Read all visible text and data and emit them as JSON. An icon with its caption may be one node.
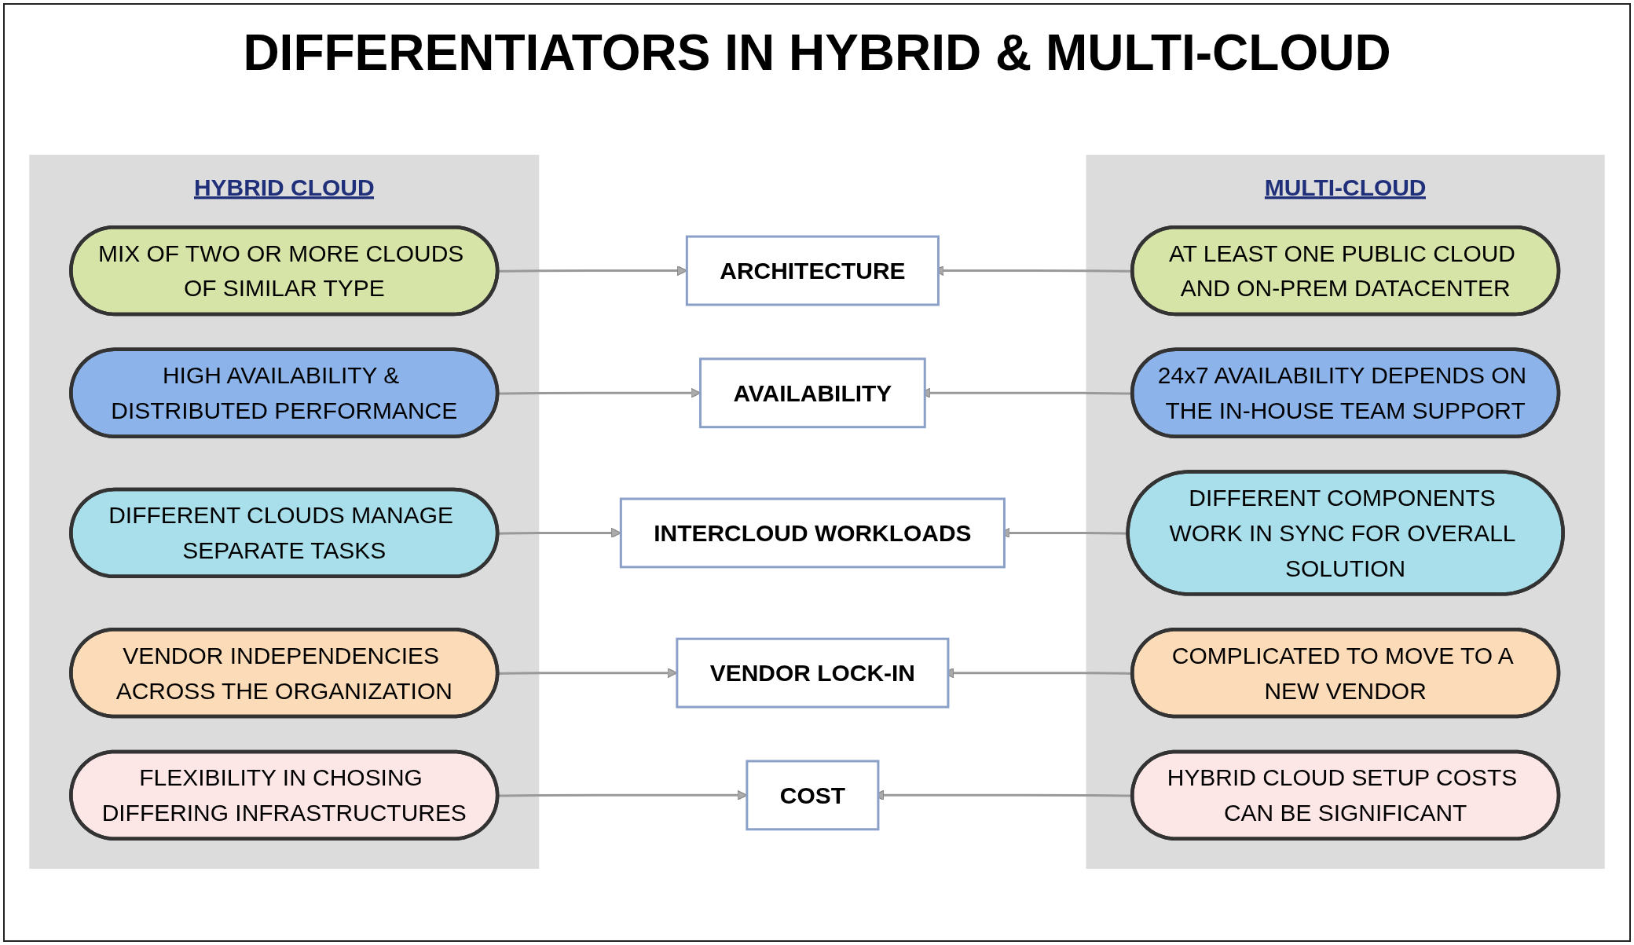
{
  "diagram": {
    "title": "DIFFERENTIATORS IN HYBRID & MULTI-CLOUD",
    "nodes": [
      {
        "text": [
          "HYBRID CLOUD"
        ]
      },
      {
        "text": [
          "MIX OF TWO OR MORE CLOUDS OF SIMILAR TYPE"
        ],
        "in": 0
      },
      {
        "text": [
          "HIGH AVAILABILITY & DISTRIBUTED PERFORMANCE"
        ],
        "in": 0
      },
      {
        "text": [
          "DIFFERENT CLOUDS MANAGE SEPARATE TASKS"
        ],
        "in": 0
      },
      {
        "text": [
          "VENDOR INDEPENDENCIES ACROSS THE ORGANIZATION"
        ],
        "in": 0
      },
      {
        "text": [
          "FLEXIBILITY IN CHOSING DIFFERING INFRASTRUCTURES"
        ],
        "in": 0
      },
      {
        "text": [
          "ARCHITECTURE"
        ]
      },
      {
        "text": [
          "AVAILABILITY"
        ]
      },
      {
        "text": [
          "INTERCLOUD WORKLOADS"
        ]
      },
      {
        "text": [
          "VENDOR LOCK-IN"
        ]
      },
      {
        "text": [
          "COST"
        ]
      },
      {
        "text": [
          "MULTI-CLOUD"
        ]
      },
      {
        "text": [
          "AT LEAST ONE PUBLIC CLOUD AND ON-PREM DATACENTER"
        ],
        "in": 11
      },
      {
        "text": [
          "24x7 AVAILABILITY DEPENDS ON THE IN-HOUSE TEAM SUPPORT"
        ],
        "in": 11
      },
      {
        "text": [
          "DIFFERENT COMPONENTS WORK IN SYNC FOR OVERALL SOLUTION"
        ],
        "in": 11
      },
      {
        "text": [
          "COMPLICATED TO MOVE TO A NEW VENDOR"
        ],
        "in": 11
      },
      {
        "text": [
          "HYBRID CLOUD SETUP COSTS CAN BE SIGNIFICANT"
        ],
        "in": 11
      }
    ],
    "edges": [
      {
        "from": 1,
        "to": 6,
        "arrow": "to"
      },
      {
        "from": 12,
        "to": 6,
        "arrow": "to"
      },
      {
        "from": 2,
        "to": 7,
        "arrow": "to"
      },
      {
        "from": 13,
        "to": 7,
        "arrow": "to"
      },
      {
        "from": 3,
        "to": 8,
        "arrow": "to"
      },
      {
        "from": 14,
        "to": 8,
        "arrow": "to"
      },
      {
        "from": 4,
        "to": 9,
        "arrow": "to"
      },
      {
        "from": 15,
        "to": 9,
        "arrow": "to"
      },
      {
        "from": 5,
        "to": 10,
        "arrow": "to"
      },
      {
        "from": 16,
        "to": 10,
        "arrow": "to"
      }
    ]
  }
}
